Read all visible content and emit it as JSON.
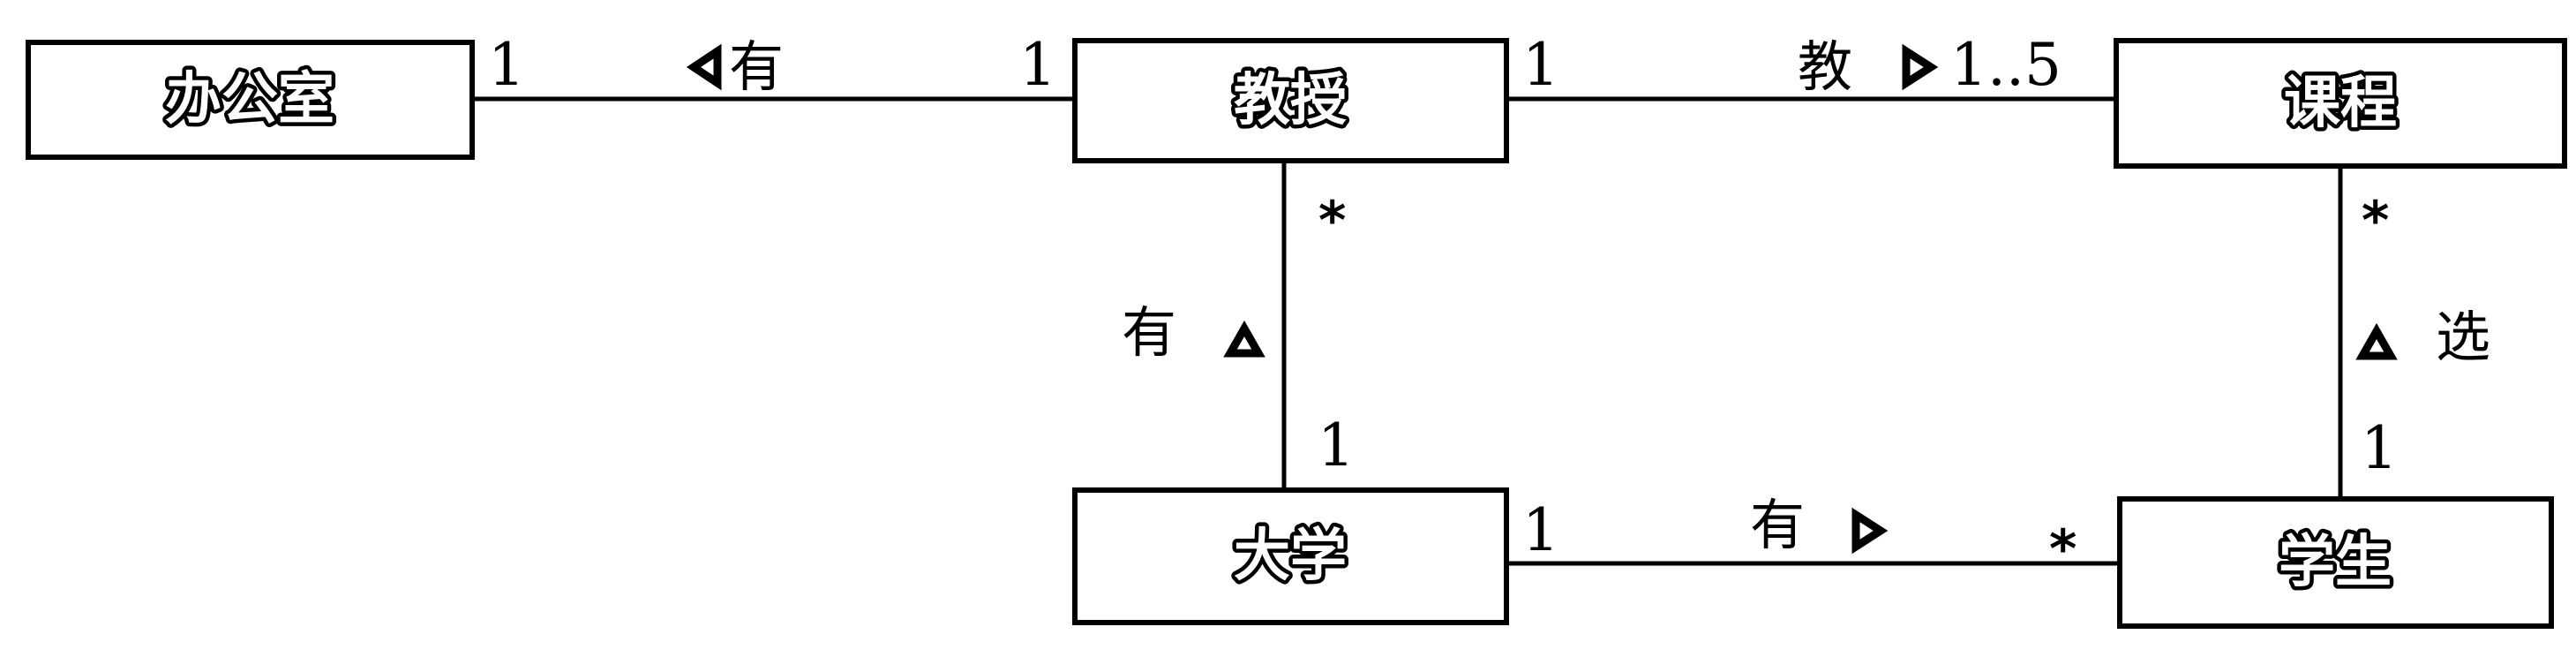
{
  "classes": {
    "office": "办公室",
    "professor": "教授",
    "course": "课程",
    "university": "大学",
    "student": "学生"
  },
  "associations": {
    "office_professor": {
      "label": "有",
      "mult_office": "1",
      "mult_professor": "1"
    },
    "professor_course": {
      "label": "教",
      "mult_professor": "1",
      "mult_course": "1..5"
    },
    "professor_university": {
      "label": "有",
      "mult_professor": "*",
      "mult_university": "1"
    },
    "course_student": {
      "label": "选",
      "mult_course": "*",
      "mult_student": "1"
    },
    "university_student": {
      "label": "有",
      "mult_university": "1",
      "mult_student": "*"
    }
  }
}
